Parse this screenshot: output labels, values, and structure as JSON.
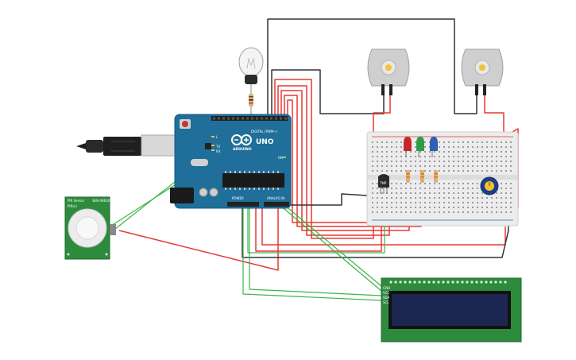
{
  "arduino": {
    "model_label": "UNO",
    "brand_label": "ARDUINO",
    "digital_label": "DIGITAL (PWM~)",
    "power_label": "POWER",
    "analog_label": "ANALOG IN",
    "tx_label": "TX",
    "rx_label": "RX",
    "on_label": "ON",
    "l_label": "L",
    "board_color": "#1f6f9a"
  },
  "pir_sensor": {
    "top_label": "PIR Sensor",
    "top_label_right": "SEN-08630",
    "bottom_label": "PIR(x)",
    "board_color": "#2e8b3e"
  },
  "temperature_sensor": {
    "label": "TMP"
  },
  "lcd": {
    "pins": [
      "GND",
      "VCC",
      "SDA",
      "SCL"
    ],
    "board_color": "#2e8b3e",
    "screen_color": "#1b2750"
  },
  "components": {
    "leds": [
      "red",
      "green",
      "blue"
    ],
    "motors": 2,
    "bulb": 1,
    "potentiometer": 1
  },
  "wire_colors": {
    "red": "#e53935",
    "black": "#333333",
    "green": "#3bb54a"
  }
}
